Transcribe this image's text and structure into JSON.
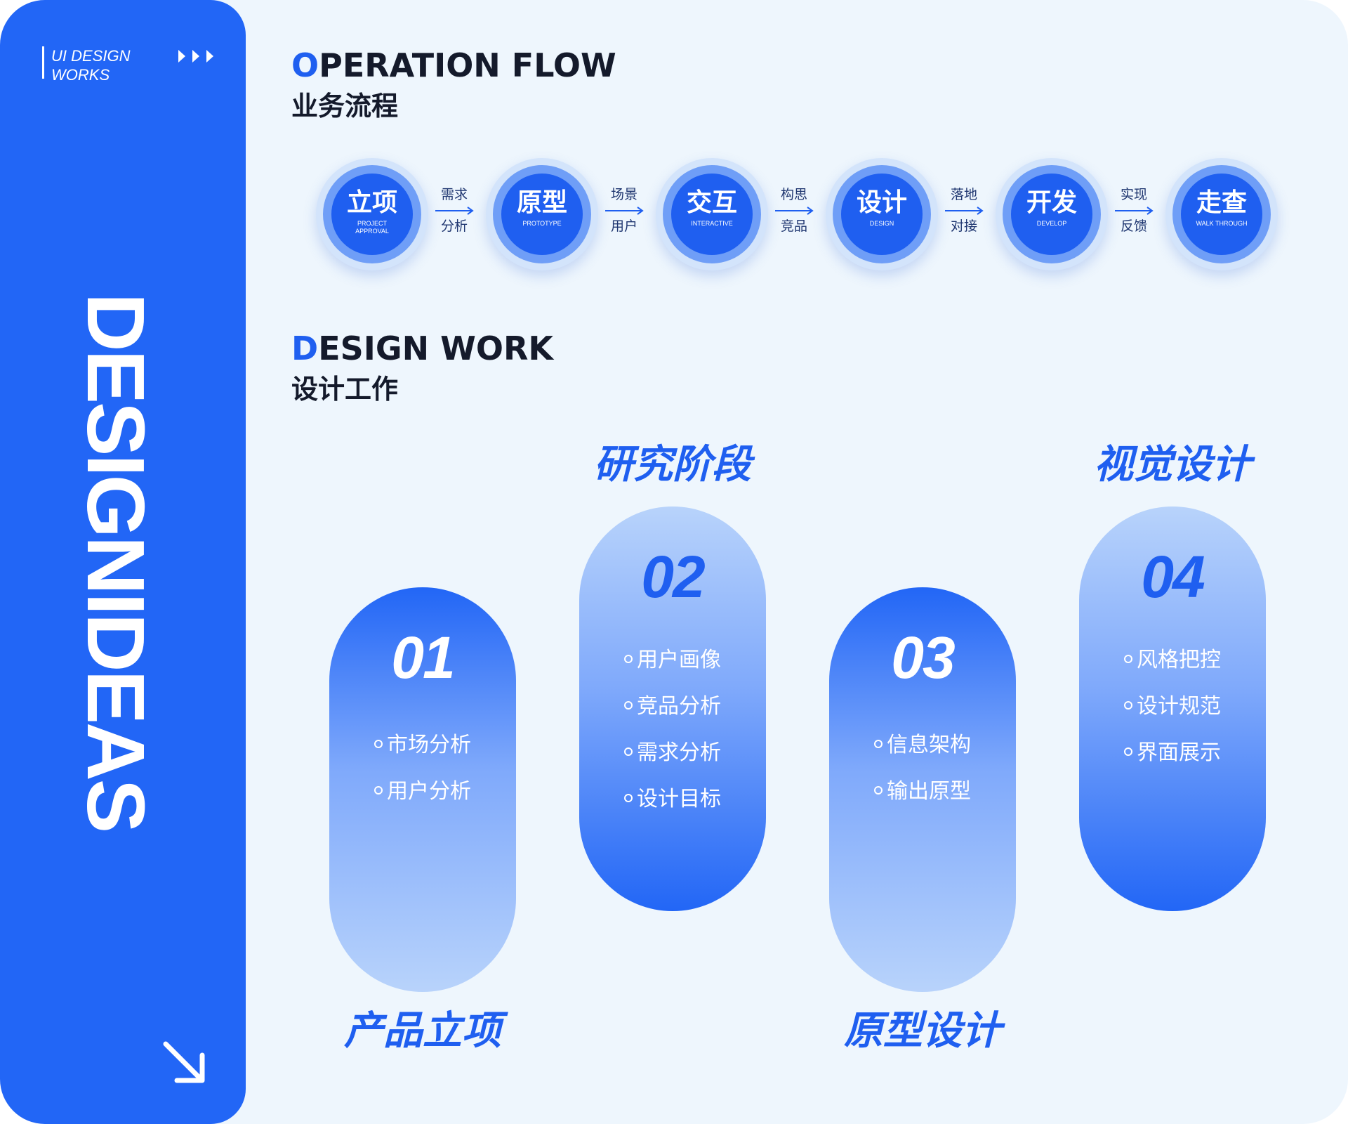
{
  "sidebar": {
    "brand_line1": "UI DESIGN",
    "brand_line2": "WORKS",
    "vertical_title": "DESIGNIDEAS",
    "icons": [
      "triple-arrow-right-icon",
      "diagonal-arrow-down-right-icon"
    ]
  },
  "operation_flow": {
    "title_first": "O",
    "title_rest": "PERATION FLOW",
    "subtitle": "业务流程",
    "steps": [
      {
        "cn": "立项",
        "en": "PROJECT APPROVAL"
      },
      {
        "cn": "原型",
        "en": "PROTOTYPE"
      },
      {
        "cn": "交互",
        "en": "INTERACTIVE"
      },
      {
        "cn": "设计",
        "en": "DESIGN"
      },
      {
        "cn": "开发",
        "en": "DEVELOP"
      },
      {
        "cn": "走查",
        "en": "WALK THROUGH"
      }
    ],
    "connectors": [
      {
        "top": "需求",
        "bottom": "分析"
      },
      {
        "top": "场景",
        "bottom": "用户"
      },
      {
        "top": "构思",
        "bottom": "竞品"
      },
      {
        "top": "落地",
        "bottom": "对接"
      },
      {
        "top": "实现",
        "bottom": "反馈"
      }
    ]
  },
  "design_work": {
    "title_first": "D",
    "title_rest": "ESIGN WORK",
    "subtitle": "设计工作",
    "phases": [
      {
        "number": "01",
        "stage": "产品立项",
        "items": [
          "市场分析",
          "用户分析"
        ]
      },
      {
        "number": "02",
        "stage": "研究阶段",
        "items": [
          "用户画像",
          "竞品分析",
          "需求分析",
          "设计目标"
        ]
      },
      {
        "number": "03",
        "stage": "原型设计",
        "items": [
          "信息架构",
          "输出原型"
        ]
      },
      {
        "number": "04",
        "stage": "视觉设计",
        "items": [
          "风格把控",
          "设计规范",
          "界面展示"
        ]
      }
    ]
  },
  "colors": {
    "primary": "#2266f6",
    "background": "#eef6fd",
    "heading": "#141a2b",
    "pale_blue": "#b8d3fb"
  }
}
